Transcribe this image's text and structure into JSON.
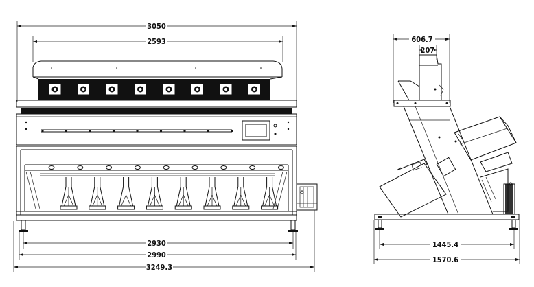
{
  "front_view": {
    "dims_top": {
      "overall_width": "3050",
      "hopper_width": "2593"
    },
    "dims_bottom": {
      "d1": "2930",
      "d2": "2990",
      "d3": "3249.3"
    },
    "channel_count": 8
  },
  "side_view": {
    "dims_top": {
      "top_width": "606.7",
      "inlet_width": "207"
    },
    "dims_bottom": {
      "base_depth": "1445.4",
      "overall_depth": "1570.6"
    }
  }
}
